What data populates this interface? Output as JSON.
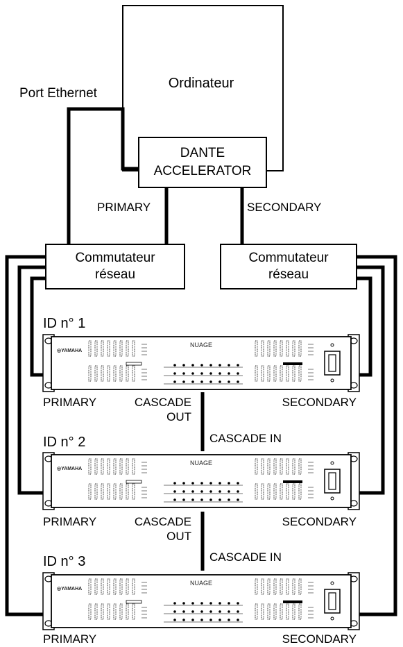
{
  "computer": {
    "label": "Ordinateur"
  },
  "ethernet_port": {
    "label": "Port Ethernet"
  },
  "accelerator": {
    "line1": "DANTE",
    "line2": "ACCELERATOR"
  },
  "link_labels": {
    "primary": "PRIMARY",
    "secondary": "SECONDARY"
  },
  "switches": [
    {
      "line1": "Commutateur",
      "line2": "réseau"
    },
    {
      "line1": "Commutateur",
      "line2": "réseau"
    }
  ],
  "units": [
    {
      "id_label": "ID n° 1",
      "brand": "YAMAHA",
      "model": "NUAGE",
      "left_port": "PRIMARY",
      "right_port": "SECONDARY",
      "cascade_out_line1": "CASCADE",
      "cascade_out_line2": "OUT",
      "cascade_in": "CASCADE IN"
    },
    {
      "id_label": "ID n° 2",
      "brand": "YAMAHA",
      "model": "NUAGE",
      "left_port": "PRIMARY",
      "right_port": "SECONDARY",
      "cascade_out_line1": "CASCADE",
      "cascade_out_line2": "OUT",
      "cascade_in": "CASCADE IN"
    },
    {
      "id_label": "ID n° 3",
      "brand": "YAMAHA",
      "model": "NUAGE",
      "left_port": "PRIMARY",
      "right_port": "SECONDARY"
    }
  ]
}
